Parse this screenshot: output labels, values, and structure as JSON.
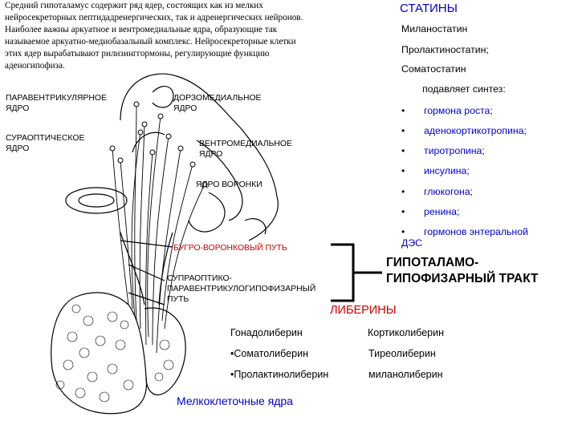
{
  "intro_text": "Средний гипоталамус содержит ряд ядер, состоящих как из мелких нейросекреторных пептидадренергических, так и адренергических нейронов. Наиболее важны аркуатное и вентромедиальные ядра, образующие так называемое аркуатно-медиобазальный комплекс. Нейросекреторные клетки этих ядер вырабатывают рилизинггормоны, регулирующие функцию аденогипофиза.",
  "intro_lines": [
    "Средний гипоталамус содержит ряд ядер, состоящих как из мелких",
    "нейросекреторных пептидадренергических, так и адренергических нейронов.",
    "Наиболее важны аркуатное и вентромедиальные ядра, образующие так",
    "называемое аркуатно-медиобазальный комплекс. Нейросекреторные клетки",
    "этих ядер вырабатывают рилизинггормоны, регулирующие функцию",
    "аденогипофиза."
  ],
  "labels": {
    "paraventricular": [
      "ПАРАВЕНТРИКУЛЯРНОЕ",
      "ЯДРО"
    ],
    "dorsomedial": [
      "ДОРЗОМЕДИАЛЬНОЕ",
      "ЯДРО"
    ],
    "supraoptic": [
      "СУРАОПТИЧЕСКОЕ",
      "ЯДРО"
    ],
    "ventromedial": [
      "ВЕНТРОМЕДИАЛЬНОЕ",
      "ЯДРО"
    ],
    "infundibular": "ЯДРО ВОРОНКИ",
    "tubero_infundibular": "БУГРО-ВОРОНКОВЫЙ ПУТЬ",
    "supraoptic_path": [
      "СУПРАОПТИКО-",
      "ПАРАВЕНТРИКУЛОГИПОФИЗАРНЫЙ",
      "ПУТЬ"
    ]
  },
  "statins": {
    "title": "СТАТИНЫ",
    "items": [
      "Миланостатин",
      "Пролактиностатин;",
      "Соматостатин"
    ],
    "suppresses": "подавляет синтез:",
    "hormones": [
      "гормона роста;",
      "аденокортикотропина;",
      "тиротропина;",
      "инсулина;",
      "глюкогона;",
      "ренина;",
      "гормонов энтеральной"
    ],
    "hormone_bullet": "•",
    "hormone_tail": "ДЭС"
  },
  "tract": [
    "ГИПОТАЛАМО-",
    "ГИПОФИЗАРНЫЙ ТРАКТ"
  ],
  "liberins": {
    "title": "ЛИБЕРИНЫ",
    "left": [
      "Гонадолиберин",
      "•Соматолиберин",
      "•Пролактинолиберин"
    ],
    "right": [
      "Кортиколиберин",
      "Тиреолиберин",
      "миланолиберин"
    ]
  },
  "small_nuclei": "Мелкоклеточные ядра",
  "colors": {
    "blue": "#0000cc",
    "red": "#cc0000",
    "black": "#000000"
  }
}
